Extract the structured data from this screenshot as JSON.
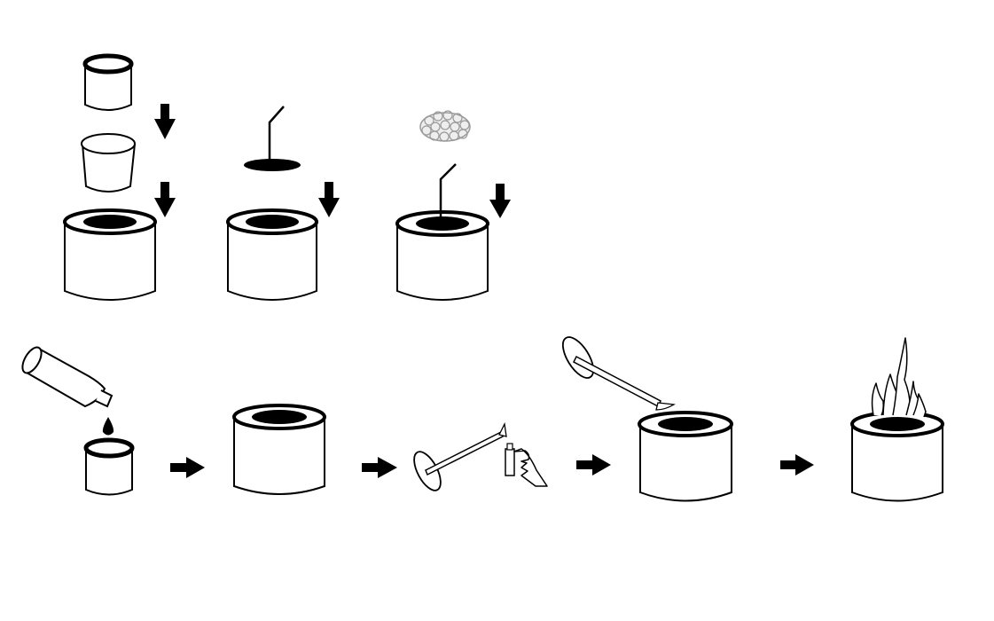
{
  "diagram": {
    "kind": "assembly-and-use-instructions",
    "text_labels": [],
    "ink_color": "#000000",
    "paper_color": "#ffffff",
    "stone_color": "#9a9a9a",
    "assembly_row": {
      "steps": [
        {
          "id": "insert-cups",
          "shows": [
            "small-cup",
            "cup",
            "fire-pit-body"
          ]
        },
        {
          "id": "insert-wick",
          "shows": [
            "wick-disc",
            "fire-pit-body"
          ]
        },
        {
          "id": "add-stones",
          "shows": [
            "lava-stones",
            "wick",
            "fire-pit-body"
          ]
        }
      ]
    },
    "usage_row": {
      "steps": [
        {
          "id": "pour-fuel",
          "shows": [
            "fuel-bottle",
            "fuel-drop",
            "small-cup"
          ]
        },
        {
          "id": "ready-pit",
          "shows": [
            "fire-pit-body"
          ]
        },
        {
          "id": "light-wand",
          "shows": [
            "lighter-wand",
            "hand-with-lighter"
          ]
        },
        {
          "id": "ignite",
          "shows": [
            "lighter-wand",
            "fire-pit-body"
          ]
        },
        {
          "id": "burning",
          "shows": [
            "fire-pit-body",
            "flames"
          ]
        }
      ]
    }
  }
}
